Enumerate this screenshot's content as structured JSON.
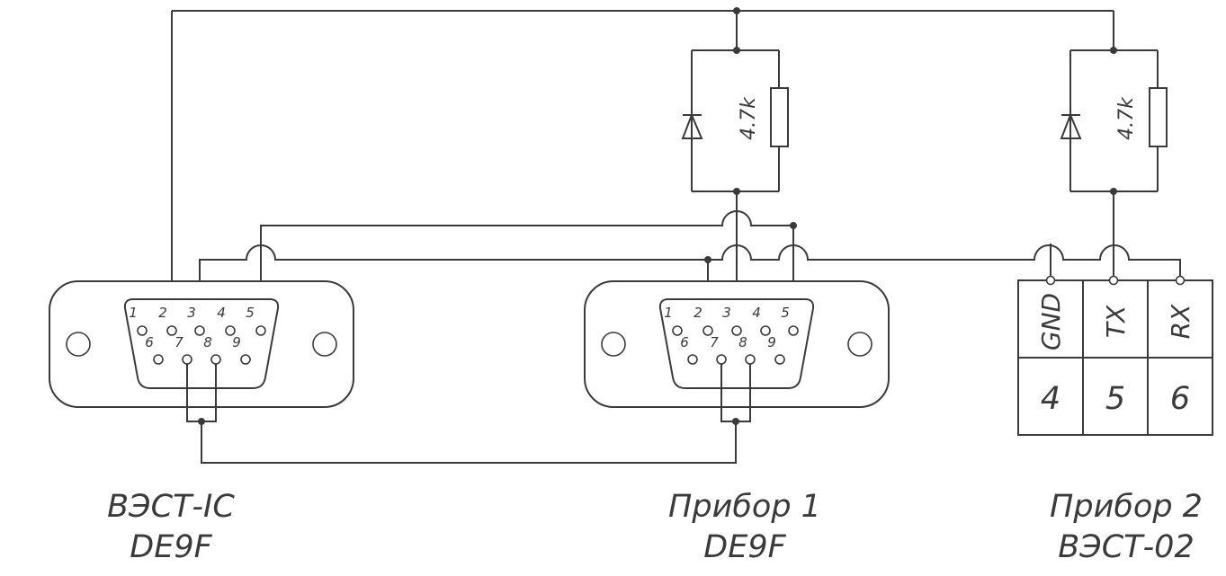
{
  "connectors": [
    {
      "name": "ВЭСТ-IC",
      "type": "DE9F",
      "pins_top": [
        "1",
        "2",
        "3",
        "4",
        "5"
      ],
      "pins_bottom": [
        "6",
        "7",
        "8",
        "9"
      ]
    },
    {
      "name": "Прибор 1",
      "type": "DE9F",
      "pins_top": [
        "1",
        "2",
        "3",
        "4",
        "5"
      ],
      "pins_bottom": [
        "6",
        "7",
        "8",
        "9"
      ]
    }
  ],
  "resistors": [
    {
      "value": "4.7k"
    },
    {
      "value": "4.7k"
    }
  ],
  "device2": {
    "title_line1": "Прибор 2",
    "title_line2": "ВЭСТ-02",
    "signals": [
      "GND",
      "TX",
      "RX"
    ],
    "pins": [
      "4",
      "5",
      "6"
    ]
  }
}
